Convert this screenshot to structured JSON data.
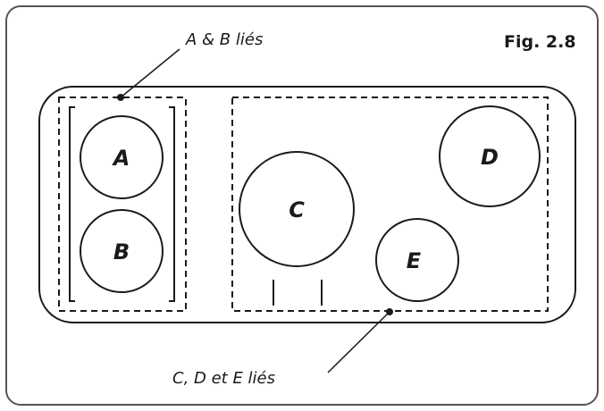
{
  "figure": {
    "label": "Fig. 2.8"
  },
  "zones": [
    {
      "id": "A",
      "label": "A"
    },
    {
      "id": "B",
      "label": "B"
    },
    {
      "id": "C",
      "label": "C"
    },
    {
      "id": "D",
      "label": "D"
    },
    {
      "id": "E",
      "label": "E"
    }
  ],
  "callouts": {
    "ab_linked": "A & B liés",
    "cde_linked": "C, D et E liés"
  },
  "colors": {
    "stroke": "#1a1a1a",
    "frame": "#555555",
    "background": "#ffffff"
  }
}
